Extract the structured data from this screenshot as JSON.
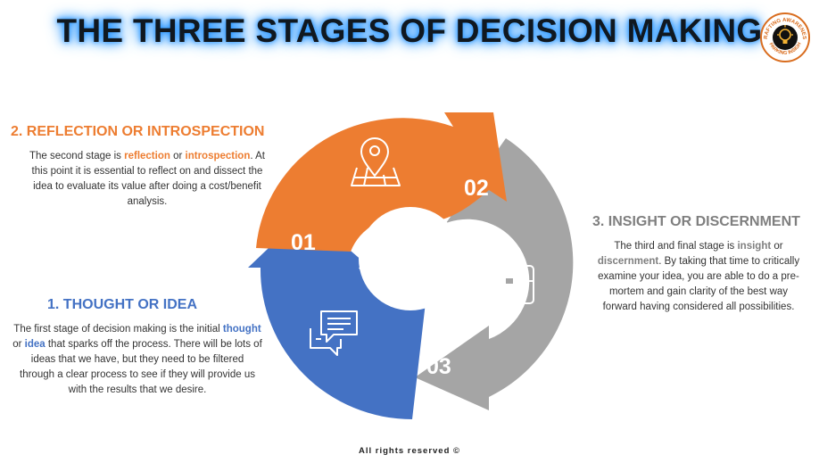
{
  "title": "THE THREE STAGES OF DECISION MAKING",
  "logo": {
    "top_text": "CRAFTING AWARENESS",
    "bottom_text": "SPARKING INSIGHT",
    "icon": "lightbulb-icon"
  },
  "stages": [
    {
      "number": "01",
      "heading": "1. THOUGHT OR IDEA",
      "color": "#4472c4",
      "icon": "chat-bubbles-icon",
      "body": [
        {
          "t": "The first stage of decision making is the initial "
        },
        {
          "t": "thought",
          "hl": true
        },
        {
          "t": " or "
        },
        {
          "t": "idea",
          "hl": true
        },
        {
          "t": " that sparks off the process. There will be lots of ideas that we have, but they need to be filtered through a clear process to see if they will provide us with the results that we desire."
        }
      ]
    },
    {
      "number": "02",
      "heading": "2. REFLECTION OR INTROSPECTION",
      "color": "#ed7d31",
      "icon": "map-pin-icon",
      "body": [
        {
          "t": "The second stage is "
        },
        {
          "t": "reflection",
          "hl": true
        },
        {
          "t": " or "
        },
        {
          "t": "introspection",
          "hl": true
        },
        {
          "t": ". At this point it is essential to reflect on and dissect the idea to evaluate its value after doing a cost/benefit analysis."
        }
      ]
    },
    {
      "number": "03",
      "heading": "3. INSIGHT OR DISCERNMENT",
      "color": "#a5a5a5",
      "heading_color": "#7f7f7f",
      "icon": "briefcase-icon",
      "body": [
        {
          "t": "The third and final stage is "
        },
        {
          "t": "insight",
          "hl": true
        },
        {
          "t": " or "
        },
        {
          "t": "discernment",
          "hl": true
        },
        {
          "t": ". By taking that time to critically examine your idea, you are able to do a pre-mortem and gain clarity of the best way forward having considered all possibilities."
        }
      ]
    }
  ],
  "footer": "All rights reserved ©"
}
